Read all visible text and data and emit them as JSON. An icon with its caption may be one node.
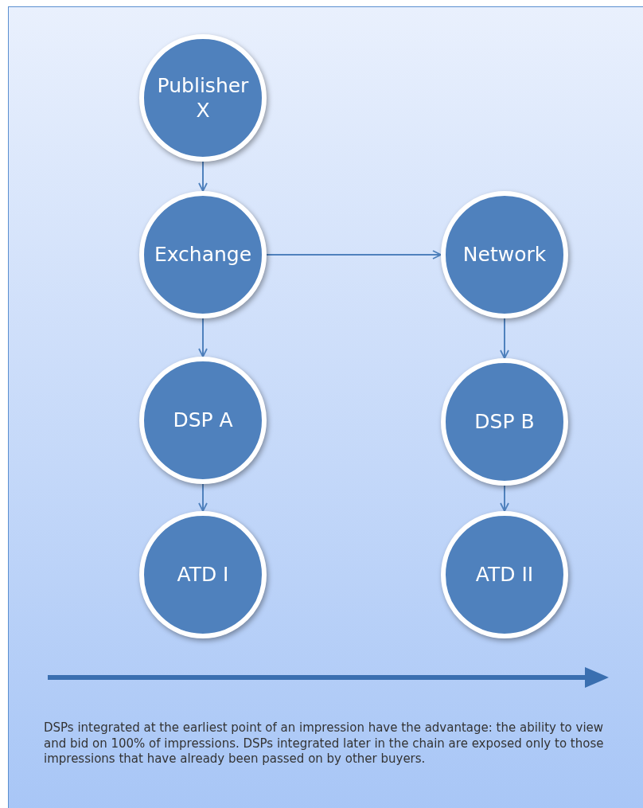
{
  "diagram": {
    "nodes": [
      {
        "text": [
          "Publisher X"
        ]
      },
      {
        "text": [
          "Exchange"
        ]
      },
      {
        "text": [
          "DSP A"
        ]
      },
      {
        "text": [
          "ATD I"
        ]
      },
      {
        "text": [
          "Network"
        ]
      },
      {
        "text": [
          "DSP B"
        ]
      },
      {
        "text": [
          "ATD II"
        ]
      }
    ],
    "edges": [
      {
        "from": 0,
        "to": 1,
        "arrow": "to"
      },
      {
        "from": 1,
        "to": 2,
        "arrow": "to"
      },
      {
        "from": 2,
        "to": 3,
        "arrow": "to"
      },
      {
        "from": 1,
        "to": 4,
        "arrow": "to"
      },
      {
        "from": 4,
        "to": 5,
        "arrow": "to"
      },
      {
        "from": 5,
        "to": 6,
        "arrow": "to"
      }
    ],
    "caption": "DSPs integrated at the earliest point of an impression have the advantage: the ability to view and bid on 100% of impressions. DSPs integrated later in the chain are exposed only to those impressions that have already been passed on by other buyers."
  }
}
